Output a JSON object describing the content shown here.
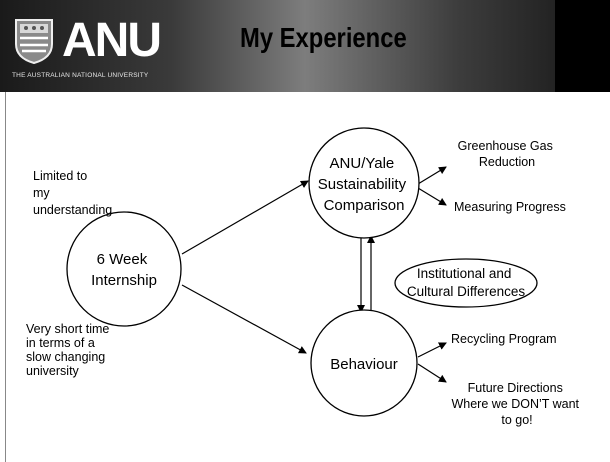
{
  "header": {
    "logo_text": "ANU",
    "logo_subtitle": "THE AUSTRALIAN NATIONAL UNIVERSITY",
    "title": "My Experience"
  },
  "diagram": {
    "internship": [
      "6 Week",
      "Internship"
    ],
    "comparison": [
      "ANU/Yale",
      "Sustainability",
      "Comparison"
    ],
    "behaviour": "Behaviour",
    "differences": [
      "Institutional and",
      "Cultural Differences"
    ],
    "notes": {
      "limited": [
        "Limited to",
        "my",
        "understanding"
      ],
      "short_time": [
        "Very short time",
        "in terms of a",
        "slow changing",
        "university"
      ]
    },
    "comparison_outputs": {
      "greenhouse": [
        "Greenhouse Gas",
        "Reduction"
      ],
      "measuring": "Measuring Progress"
    },
    "behaviour_outputs": {
      "recycling": "Recycling Program",
      "future": [
        "Future Directions",
        "Where we DON’T want",
        "to go!"
      ]
    }
  }
}
